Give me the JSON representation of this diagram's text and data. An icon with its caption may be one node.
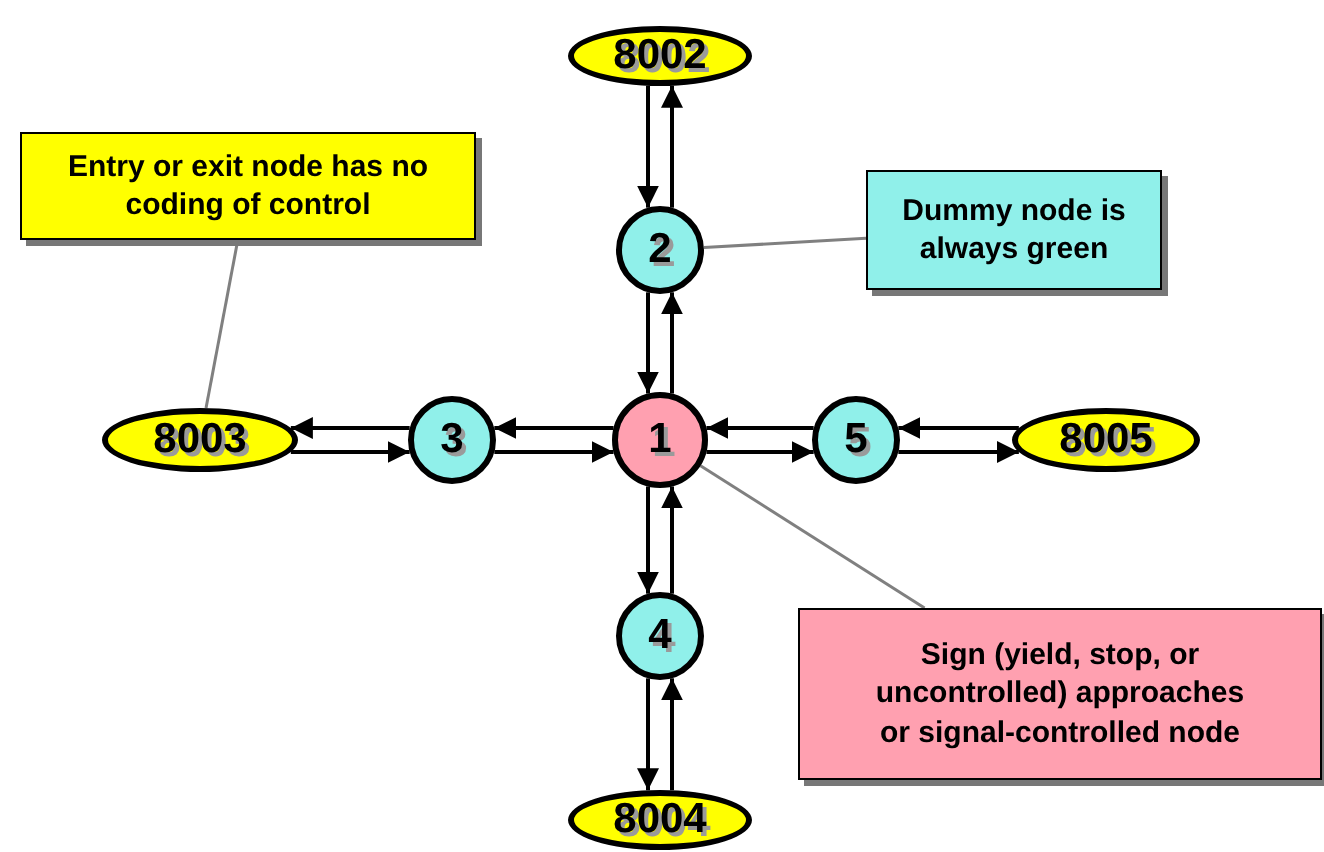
{
  "diagram": {
    "nodes": [
      {
        "text": [
          "Entry or exit node has no coding of control"
        ]
      },
      {
        "text": [
          "8002"
        ]
      },
      {
        "text": [
          "Dummy node is always green"
        ]
      },
      {
        "text": [
          "2"
        ]
      },
      {
        "text": [
          "8003"
        ]
      },
      {
        "text": [
          "3"
        ]
      },
      {
        "text": [
          "1"
        ]
      },
      {
        "text": [
          "5"
        ]
      },
      {
        "text": [
          "8005"
        ]
      },
      {
        "text": [
          "4"
        ]
      },
      {
        "text": [
          "Sign (yield, stop, or uncontrolled) approaches or signal-controlled node"
        ]
      },
      {
        "text": [
          "8004"
        ]
      }
    ],
    "edges": [
      {
        "from": 1,
        "to": 3,
        "arrow": "to"
      },
      {
        "from": 3,
        "to": 1,
        "arrow": "to"
      },
      {
        "from": 3,
        "to": 6,
        "arrow": "to"
      },
      {
        "from": 6,
        "to": 3,
        "arrow": "to"
      },
      {
        "from": 6,
        "to": 5,
        "arrow": "to"
      },
      {
        "from": 5,
        "to": 6,
        "arrow": "to"
      },
      {
        "from": 5,
        "to": 4,
        "arrow": "to"
      },
      {
        "from": 4,
        "to": 5,
        "arrow": "to"
      },
      {
        "from": 7,
        "to": 6,
        "arrow": "to"
      },
      {
        "from": 6,
        "to": 7,
        "arrow": "to"
      },
      {
        "from": 8,
        "to": 7,
        "arrow": "to"
      },
      {
        "from": 7,
        "to": 8,
        "arrow": "to"
      },
      {
        "from": 6,
        "to": 9,
        "arrow": "to"
      },
      {
        "from": 9,
        "to": 6,
        "arrow": "to"
      },
      {
        "from": 9,
        "to": 11,
        "arrow": "to"
      },
      {
        "from": 11,
        "to": 9,
        "arrow": "to"
      },
      {
        "from": 0,
        "to": 4,
        "arrow": "none",
        "color": "#808080"
      },
      {
        "from": 2,
        "to": 3,
        "arrow": "none",
        "color": "#808080"
      },
      {
        "from": 10,
        "to": 6,
        "arrow": "none",
        "color": "#808080"
      }
    ]
  }
}
